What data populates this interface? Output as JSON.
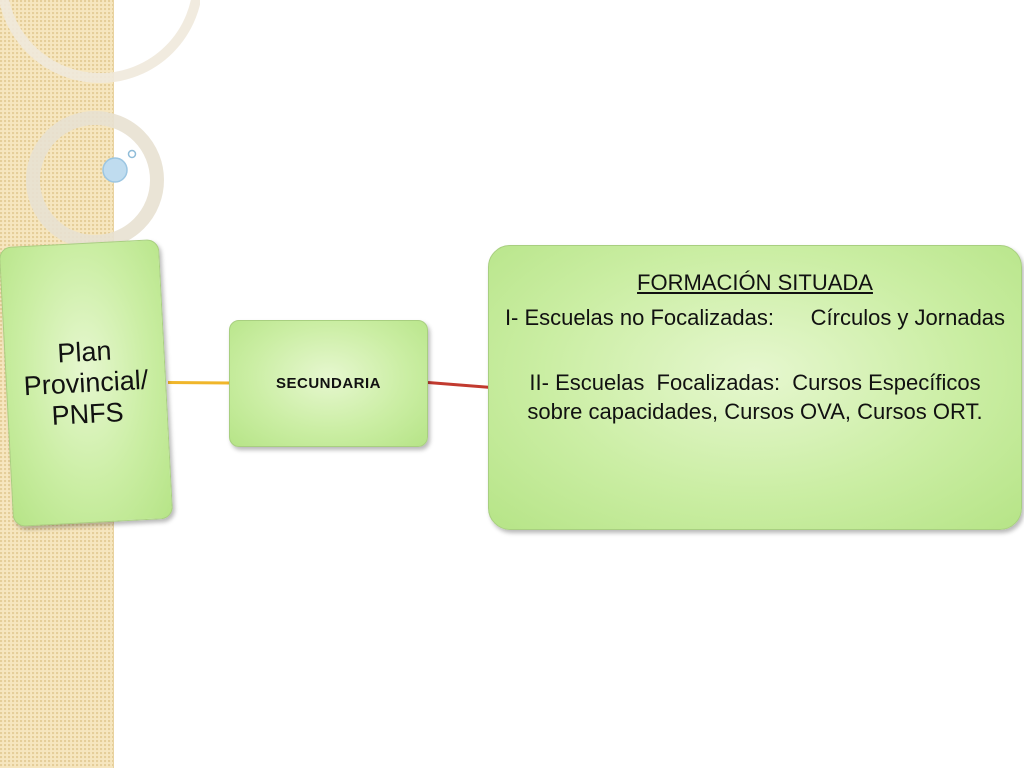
{
  "diagram": {
    "root": {
      "label": "Plan Provincial/ PNFS"
    },
    "level": {
      "label": "SECUNDARIA"
    },
    "detail": {
      "title": "FORMACIÓN SITUADA",
      "items": [
        "I- Escuelas no Focalizadas:      Círculos y Jornadas",
        "II- Escuelas  Focalizadas:  Cursos Específicos sobre capacidades, Cursos OVA, Cursos ORT."
      ]
    },
    "connector_colors": {
      "root_to_level": "#f0b62a",
      "level_to_detail": "#c23a2f"
    },
    "node_color": "#c8eda0"
  }
}
